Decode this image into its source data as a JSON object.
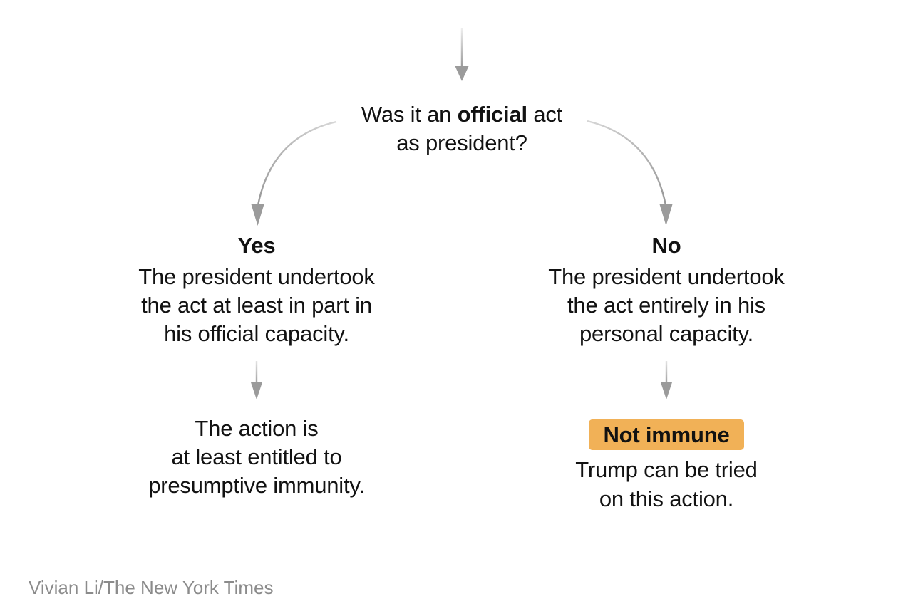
{
  "figure": {
    "question": {
      "line1_prefix": "Was it an ",
      "line1_bold": "official",
      "line1_suffix": " act",
      "line2": "as president?"
    },
    "yes_branch": {
      "label": "Yes",
      "description": "The president undertook\nthe act at least in part in\nhis official capacity.",
      "outcome": "The action is\nat least entitled to\npresumptive immunity."
    },
    "no_branch": {
      "label": "No",
      "description": "The president undertook\nthe act entirely in his\npersonal capacity.",
      "outcome_badge": "Not immune",
      "outcome": "Trump can be tried\non this action."
    },
    "credit": "Vivian Li/The New York Times"
  },
  "colors": {
    "background": "#ffffff",
    "text": "#121212",
    "highlight": "#f1b157",
    "arrow": "#9b9b9b",
    "arrow_fade": "#e6e6e6",
    "credit": "#8b8b8b"
  }
}
